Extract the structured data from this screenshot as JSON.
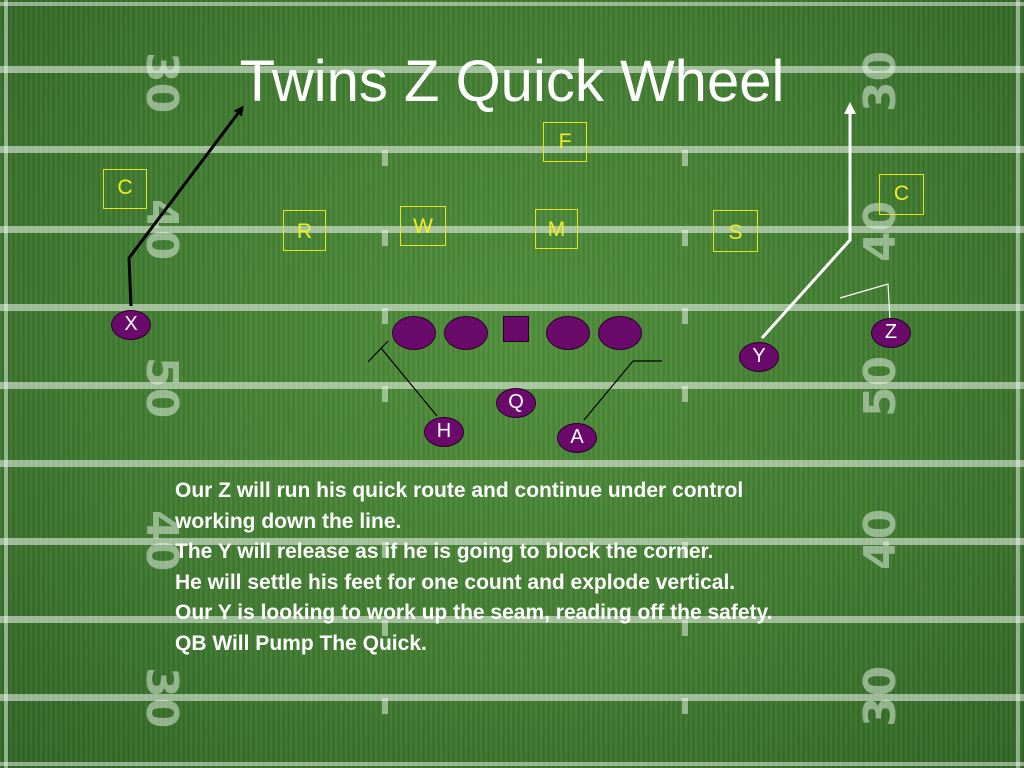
{
  "slide": {
    "title": "Twins Z Quick Wheel",
    "field_numbers": {
      "left": [
        "30",
        "40",
        "50",
        "40",
        "30"
      ],
      "right": [
        "30",
        "40",
        "50",
        "40",
        "30"
      ]
    }
  },
  "defense": {
    "left_corner": "C",
    "right_corner": "C",
    "free_safety": "F",
    "rover": "R",
    "will": "W",
    "mike": "M",
    "strong_safety": "S"
  },
  "offense": {
    "x": "X",
    "y": "Y",
    "z": "Z",
    "quarterback": "Q",
    "h_back": "H",
    "a_back": "A"
  },
  "notes": [
    "Our Z will run his quick route and continue under control",
    "working down the line.",
    "The Y will release as if he is going to block the corner.",
    "He will settle his feet for one count and explode vertical.",
    "Our Y is looking to work up the seam, reading off the safety.",
    "QB Will Pump The Quick."
  ],
  "colors": {
    "field": "#3f7a2f",
    "defender_outline": "#e8e41a",
    "offense_fill": "#6a0a6b",
    "route_white": "#ffffff",
    "route_black": "#000000"
  }
}
